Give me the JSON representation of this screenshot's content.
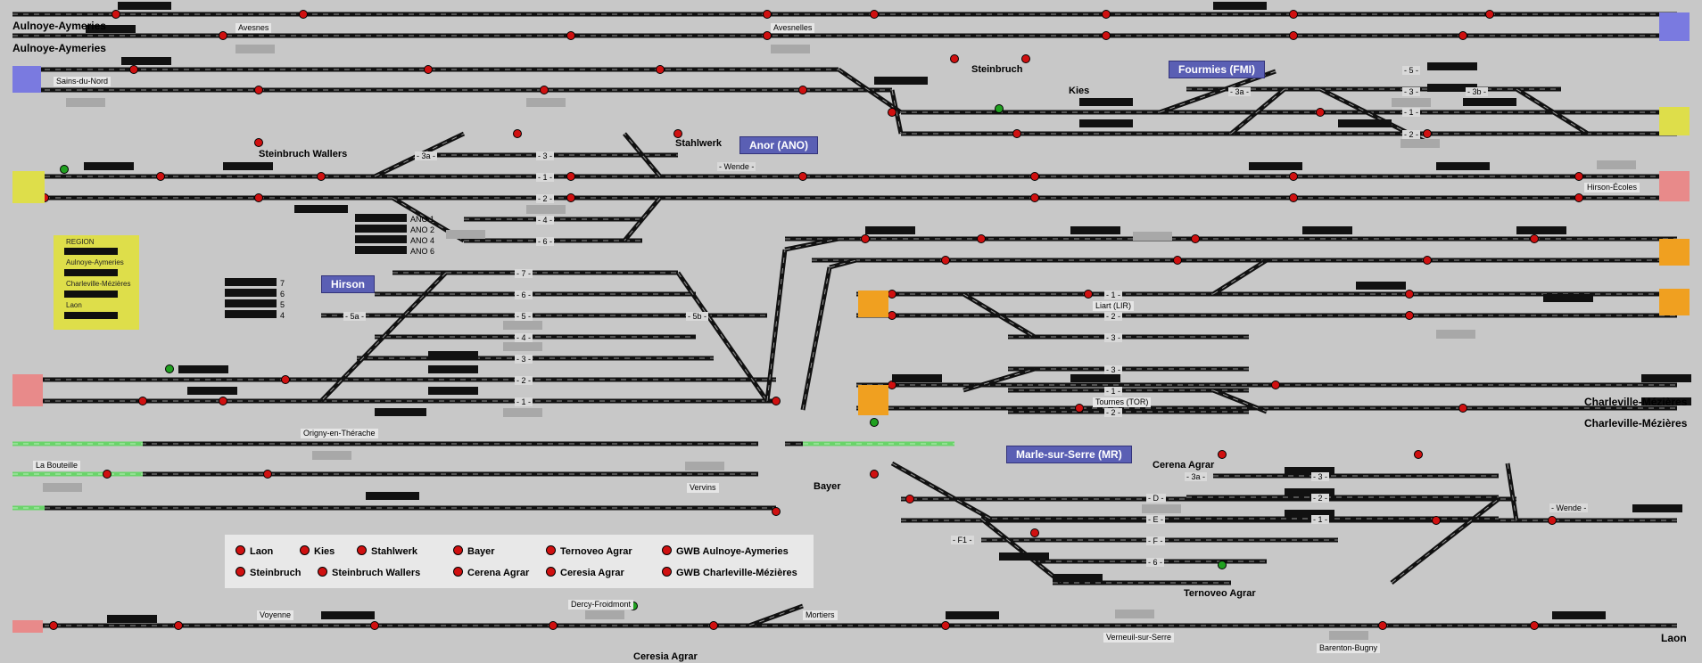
{
  "stations": {
    "aulnoye_1": "Aulnoye-Aymeries",
    "aulnoye_2": "Aulnoye-Aymeries",
    "steinbruch": "Steinbruch",
    "fourmies": "Fourmies (FMI)",
    "kies": "Kies",
    "steinbruch_wallers": "Steinbruch Wallers",
    "stahlwerk": "Stahlwerk",
    "anor": "Anor (ANO)",
    "hirson": "Hirson",
    "charleville_1": "Charleville-Mézières",
    "charleville_2": "Charleville-Mézières",
    "marle": "Marle-sur-Serre (MR)",
    "cerena": "Cerena Agrar",
    "bayer": "Bayer",
    "ternoveo": "Ternoveo Agrar",
    "ceresia": "Ceresia Agrar",
    "laon": "Laon"
  },
  "places": {
    "avesnes": "Avesnes",
    "avesnelles": "Avesnelles",
    "sains": "Sains-du-Nord",
    "hirson_ecoles": "Hirson-Écoles",
    "liart": "Liart (LIR)",
    "tournes": "Tournes (TOR)",
    "origny": "Origny-en-Thérache",
    "bouteille": "La Bouteille",
    "vervins": "Vervins",
    "voyenne": "Voyenne",
    "dercy": "Dercy-Froidmont",
    "mortiers": "Mortiers",
    "verneuil": "Verneuil-sur-Serre",
    "barenton": "Barenton-Bugny"
  },
  "track_labels": {
    "wende_anor": "- Wende -",
    "wende_marle": "- Wende -",
    "f1": "- F1 -",
    "fmi_3a": "- 3a -",
    "fmi_3b": "- 3b -",
    "fmi_1": "- 1 -",
    "fmi_2": "- 2 -",
    "fmi_3": "- 3 -",
    "fmi_5": "- 5 -",
    "ano_3a": "- 3a -",
    "ano_3": "- 3 -",
    "ano_1": "- 1 -",
    "ano_2": "- 2 -",
    "ano_4": "- 4 -",
    "ano_6": "- 6 -",
    "hir_7": "- 7 -",
    "hir_6": "- 6 -",
    "hir_5a": "- 5a -",
    "hir_5": "- 5 -",
    "hir_5b": "- 5b -",
    "hir_4": "- 4 -",
    "hir_3": "- 3 -",
    "hir_2": "- 2 -",
    "hir_1": "- 1 -",
    "lir_1": "- 1 -",
    "lir_2": "- 2 -",
    "lir_3": "- 3 -",
    "tor_3": "- 3 -",
    "tor_1": "- 1 -",
    "tor_2": "- 2 -",
    "mr_3a": "- 3a -",
    "mr_3": "- 3 -",
    "mr_d": "- D -",
    "mr_2": "- 2 -",
    "mr_e": "- E -",
    "mr_1": "- 1 -",
    "mr_f": "- F -",
    "mr_6": "- 6 -"
  },
  "ano_slots": [
    "ANO 1",
    "ANO 2",
    "ANO 4",
    "ANO 6"
  ],
  "hirson_slots": [
    "7",
    "6",
    "5",
    "4"
  ],
  "region_box": {
    "title": "REGION",
    "rows": [
      "Aulnoye-Aymeries",
      "Charleville-Mézières",
      "Laon"
    ]
  },
  "legend": [
    "Laon",
    "Kies",
    "Stahlwerk",
    "Bayer",
    "Ternoveo Agrar",
    "GWB Aulnoye-Aymeries",
    "Steinbruch",
    "Steinbruch Wallers",
    "Cerena Agrar",
    "Ceresia Agrar",
    "GWB Charleville-Mézières"
  ],
  "colors": {
    "background": "#c8c8c8",
    "track": "#111111",
    "signal_red": "#d01010",
    "signal_green": "#20a020",
    "station_blue": "#5a5fb4",
    "region_yellow": "#dede4a",
    "entry_pink": "#e88a8a",
    "entry_blue": "#7a7ae0",
    "entry_orange": "#f0a020",
    "entry_green": "#6ad46a"
  }
}
